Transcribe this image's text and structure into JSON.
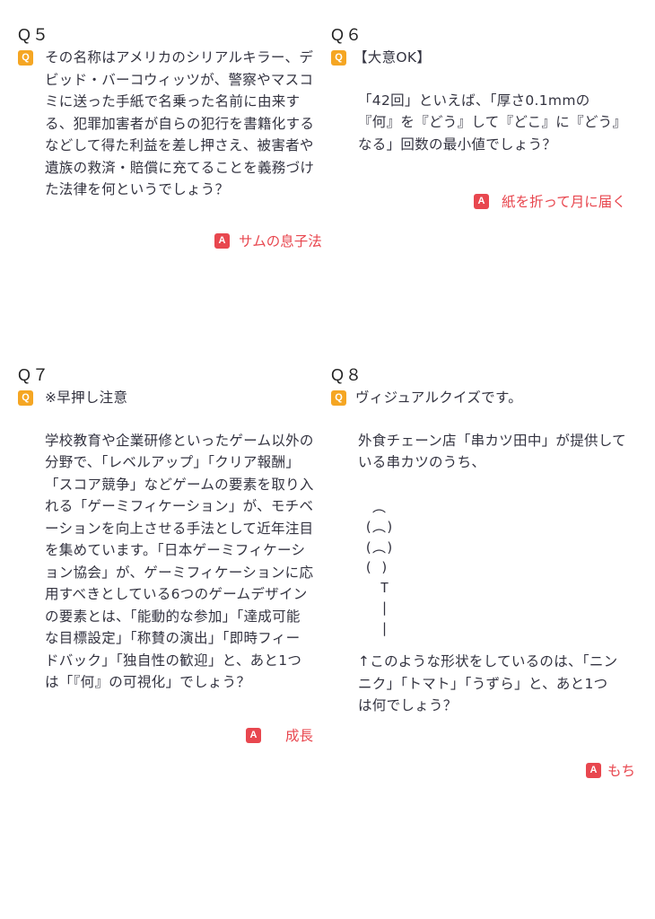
{
  "quizzes": {
    "q5": {
      "number": "Q５",
      "badge_q": "Q",
      "text": "その名称はアメリカのシリアルキラー、デ\nビッド・バーコウィッツが、警察やマスコ\nミに送った手紙で名乗った名前に由来す\nる、犯罪加害者が自らの犯行を書籍化する\nなどして得た利益を差し押さえ、被害者や\n遺族の救済・賠償に充てることを義務づけ\nた法律を何というでしょう？",
      "badge_a": "A",
      "answer": "サムの息子法"
    },
    "q6": {
      "number": "Q６",
      "badge_q": "Q",
      "note": "【大意OK】",
      "text": "「42回」といえば、「厚さ0.1mmの\n『何』を『どう』して『どこ』に『どう』\nなる」回数の最小値でしょう？",
      "badge_a": "A",
      "answer": "紙を折って月に届く"
    },
    "q7": {
      "number": "Q７",
      "badge_q": "Q",
      "note": "※早押し注意",
      "text": "学校教育や企業研修といったゲーム以外の\n分野で、「レベルアップ」「クリア報酬」\n「スコア競争」などゲームの要素を取り入\nれる「ゲーミフィケーション」が、モチベ\nーションを向上させる手法として近年注目\nを集めています。「日本ゲーミフィケーシ\nョン協会」が、ゲーミフィケーションに応\n用すべきとしている6つのゲームデザイン\nの要素とは、「能動的な参加」「達成可能\nな目標設定」「称賛の演出」「即時フィー\nドバック」「独自性の歓迎」と、あと1つ\nは「『何』の可視化」でしょう？",
      "badge_a": "A",
      "answer": "成長"
    },
    "q8": {
      "number": "Q８",
      "badge_q": "Q",
      "note": "ヴィジュアルクイズです。",
      "intro": "外食チェーン店「串カツ田中」が提供して\nいる串カツのうち、",
      "skewer_art": " ︵\n(︵)\n(︵)\n( )\n  T\n  |\n  |",
      "text": "↑このような形状をしているのは、「ニン\nニク」「トマト」「うずら」と、あと1つ\nは何でしょう？",
      "badge_a": "A",
      "answer": "もち"
    }
  },
  "colors": {
    "question_badge": "#f5a623",
    "answer_badge": "#e8474f",
    "answer_text": "#e8474f",
    "body_text": "#333340"
  }
}
